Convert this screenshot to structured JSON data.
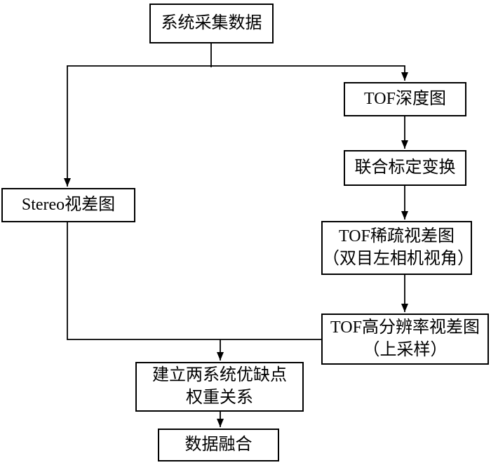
{
  "diagram": {
    "type": "flowchart",
    "background_color": "#ffffff",
    "line_color": "#000000",
    "box_border_color": "#000000",
    "text_color": "#000000",
    "nodes": {
      "collect": {
        "label": "系统采集数据"
      },
      "stereo": {
        "label": "Stereo视差图"
      },
      "tof_depth": {
        "label": "TOF深度图"
      },
      "joint_calib": {
        "label": "联合标定变换"
      },
      "tof_sparse": {
        "label": "TOF稀疏视差图\n（双目左相机视角）"
      },
      "tof_highres": {
        "label": "TOF高分辨率视差图\n（上采样）"
      },
      "weight": {
        "label": "建立两系统优缺点\n权重关系"
      },
      "fusion": {
        "label": "数据融合"
      }
    },
    "edges": [
      {
        "from": "collect",
        "to": "stereo"
      },
      {
        "from": "collect",
        "to": "tof_depth"
      },
      {
        "from": "tof_depth",
        "to": "joint_calib"
      },
      {
        "from": "joint_calib",
        "to": "tof_sparse"
      },
      {
        "from": "tof_sparse",
        "to": "tof_highres"
      },
      {
        "from": "stereo",
        "to": "tof_highres"
      },
      {
        "from": "stereo",
        "to": "weight"
      },
      {
        "from": "tof_highres",
        "to": "weight"
      },
      {
        "from": "weight",
        "to": "fusion"
      }
    ]
  }
}
